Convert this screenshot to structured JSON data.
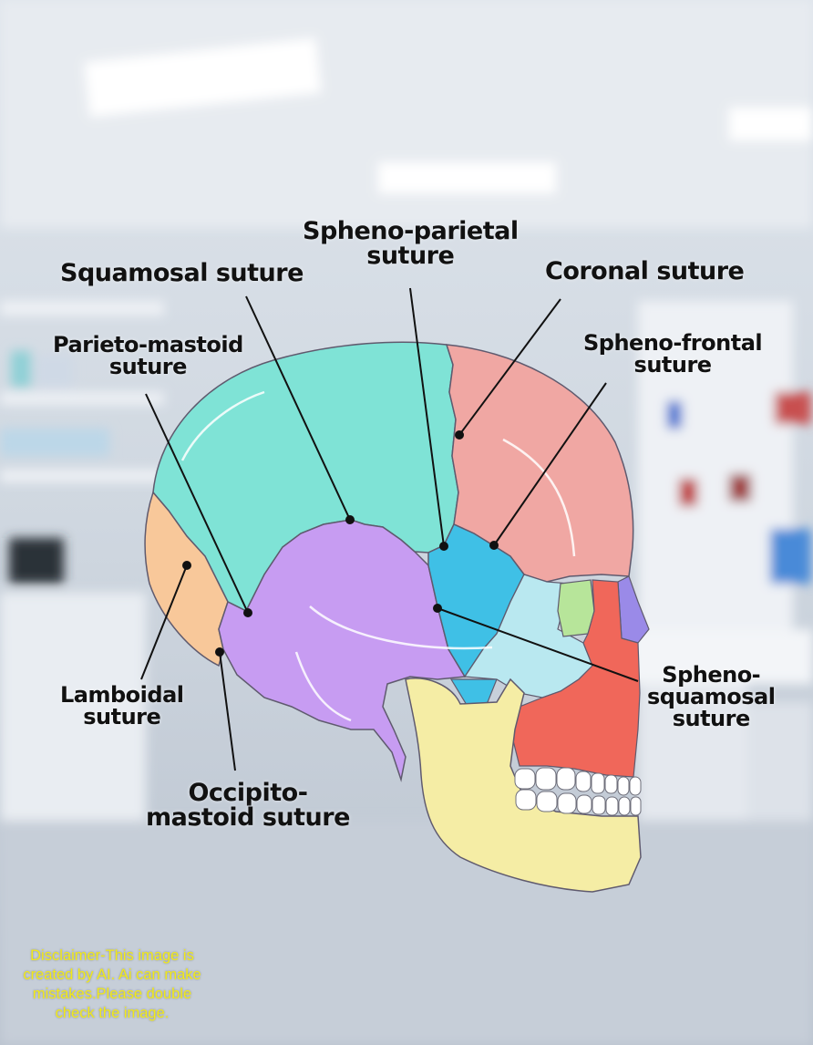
{
  "labels": {
    "squamosal": [
      "Squamosal suture"
    ],
    "spheno_parietal": [
      "Spheno-parietal",
      "suture"
    ],
    "coronal": [
      "Coronal suture"
    ],
    "parieto_mastoid": [
      "Parieto-mastoid",
      "suture"
    ],
    "spheno_frontal": [
      "Spheno-frontal",
      "suture"
    ],
    "lamboidal": [
      "Lamboidal",
      "suture"
    ],
    "occipito_mastoid": [
      "Occipito-",
      "mastoid suture"
    ],
    "spheno_squamosal": [
      "Spheno-",
      "squamosal",
      "suture"
    ]
  },
  "disclaimer": [
    "Disclaimer-This image is",
    "created by AI. Ai can make",
    "mistakes.Please double",
    "check the image."
  ],
  "colors": {
    "parietal": "#7fe3d6",
    "frontal": "#f0a7a3",
    "temporal": "#c79cf2",
    "sphenoid": "#3fc0e6",
    "occipital": "#f8c89a",
    "mandible": "#f5eda5",
    "maxilla": "#f0675a",
    "zygomatic": "#b9e8f0",
    "orbit": "#b7e59a",
    "nasal": "#9a8ae8",
    "disclaimer": "#f2ea1a"
  }
}
